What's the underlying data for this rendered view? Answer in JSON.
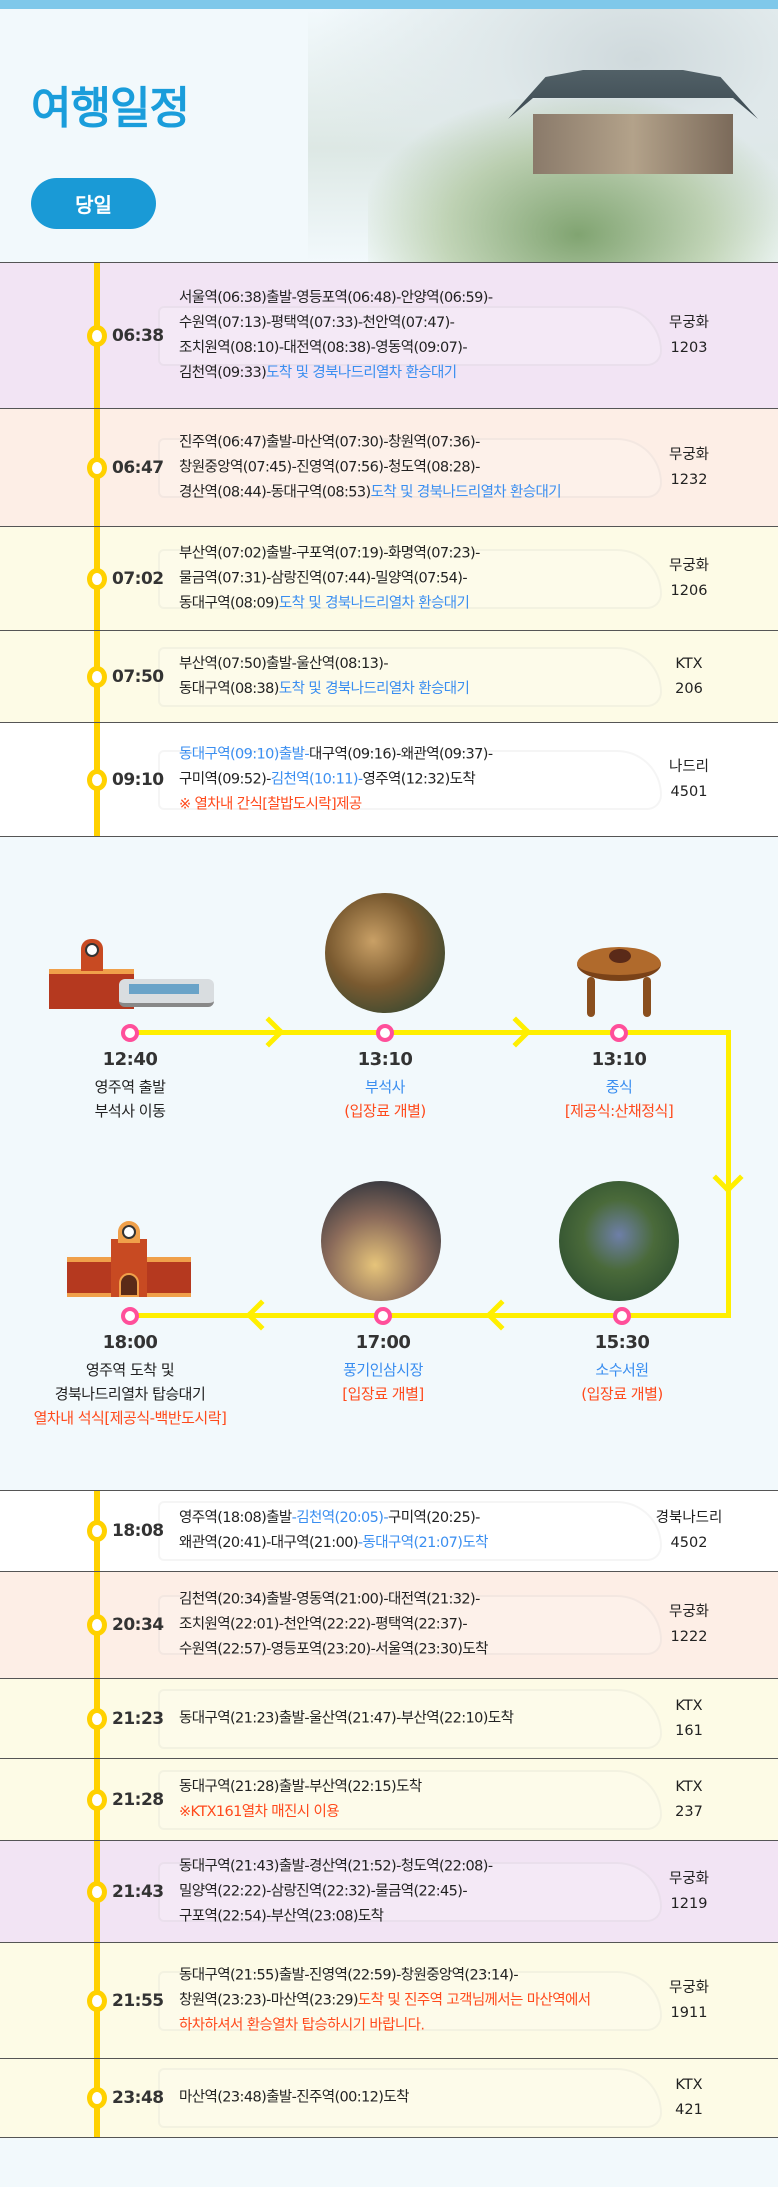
{
  "header": {
    "title": "여행일정",
    "day_label": "당일"
  },
  "morning": {
    "rows": [
      {
        "time": "06:38",
        "train": [
          "무궁화",
          "1203"
        ],
        "bg": "#f2e4f4",
        "h": 146,
        "lines": [
          [
            {
              "t": "서울역(06:38)출발-영등포역(06:48)-안양역(06:59)-",
              "c": ""
            }
          ],
          [
            {
              "t": "수원역(07:13)-평택역(07:33)-천안역(07:47)-",
              "c": ""
            }
          ],
          [
            {
              "t": "조치원역(08:10)-대전역(08:38)-영동역(09:07)-",
              "c": ""
            }
          ],
          [
            {
              "t": "김천역(09:33)",
              "c": ""
            },
            {
              "t": "도착 및 경북나드리열차 환승대기",
              "c": "b"
            }
          ]
        ]
      },
      {
        "time": "06:47",
        "train": [
          "무궁화",
          "1232"
        ],
        "bg": "#fdeee6",
        "h": 118,
        "lines": [
          [
            {
              "t": "진주역(06:47)출발-마산역(07:30)-창원역(07:36)-",
              "c": ""
            }
          ],
          [
            {
              "t": "창원중앙역(07:45)-진영역(07:56)-청도역(08:28)-",
              "c": ""
            }
          ],
          [
            {
              "t": "경산역(08:44)-동대구역(08:53)",
              "c": ""
            },
            {
              "t": "도착 및 경북나드리열차 환승대기",
              "c": "b"
            }
          ]
        ]
      },
      {
        "time": "07:02",
        "train": [
          "무궁화",
          "1206"
        ],
        "bg": "#fdfbe6",
        "h": 104,
        "lines": [
          [
            {
              "t": "부산역(07:02)출발-구포역(07:19)-화명역(07:23)-",
              "c": ""
            }
          ],
          [
            {
              "t": "물금역(07:31)-삼랑진역(07:44)-밀양역(07:54)-",
              "c": ""
            }
          ],
          [
            {
              "t": "동대구역(08:09)",
              "c": ""
            },
            {
              "t": "도착 및 경북나드리열차 환승대기",
              "c": "b"
            }
          ]
        ]
      },
      {
        "time": "07:50",
        "train": [
          "KTX",
          "206"
        ],
        "bg": "#fdfbe6",
        "h": 92,
        "lines": [
          [
            {
              "t": "부산역(07:50)출발-울산역(08:13)-",
              "c": ""
            }
          ],
          [
            {
              "t": "동대구역(08:38)",
              "c": ""
            },
            {
              "t": "도착 및 경북나드리열차 환승대기",
              "c": "b"
            }
          ]
        ]
      },
      {
        "time": "09:10",
        "train": [
          "나드리",
          "4501"
        ],
        "bg": "#ffffff",
        "h": 115,
        "lines": [
          [
            {
              "t": "동대구역(09:10)출발-",
              "c": "b"
            },
            {
              "t": "대구역(09:16)-왜관역(09:37)-",
              "c": ""
            }
          ],
          [
            {
              "t": "구미역(09:52)-",
              "c": ""
            },
            {
              "t": "김천역(10:11)-",
              "c": "b"
            },
            {
              "t": "영주역(12:32)도착",
              "c": ""
            }
          ],
          [
            {
              "t": "※ 열차내 간식[찰밥도시락]제공",
              "c": "r"
            }
          ]
        ]
      }
    ]
  },
  "tour": {
    "stops": [
      {
        "time": "12:40",
        "lines": [
          {
            "t": "영주역 출발",
            "c": ""
          },
          {
            "t": "부석사 이동",
            "c": ""
          }
        ],
        "image": "station-bus"
      },
      {
        "time": "13:10",
        "lines": [
          {
            "t": "부석사",
            "c": "b"
          },
          {
            "t": "(입장료 개별)",
            "c": "r"
          }
        ],
        "image": "temple-photo"
      },
      {
        "time": "13:10",
        "lines": [
          {
            "t": "중식",
            "c": "b"
          },
          {
            "t": "[제공식:산채정식]",
            "c": "r"
          }
        ],
        "image": "meal-table"
      },
      {
        "time": "15:30",
        "lines": [
          {
            "t": "소수서원",
            "c": "b"
          },
          {
            "t": "(입장료 개별)",
            "c": "r"
          }
        ],
        "image": "seowon-photo"
      },
      {
        "time": "17:00",
        "lines": [
          {
            "t": "풍기인삼시장",
            "c": "b"
          },
          {
            "t": "[입장료 개별]",
            "c": "r"
          }
        ],
        "image": "market-photo"
      },
      {
        "time": "18:00",
        "lines": [
          {
            "t": "영주역 도착 및",
            "c": ""
          },
          {
            "t": "경북나드리열차 탑승대기",
            "c": ""
          },
          {
            "t": "열차내 석식[제공식-백반도시락]",
            "c": "r"
          }
        ],
        "image": "station"
      }
    ]
  },
  "evening": {
    "rows": [
      {
        "time": "18:08",
        "train": [
          "경북나드리",
          "4502"
        ],
        "bg": "#ffffff",
        "h": 81,
        "lines": [
          [
            {
              "t": "영주역(18:08)출발",
              "c": ""
            },
            {
              "t": "-김천역(20:05)-",
              "c": "b"
            },
            {
              "t": "구미역(20:25)-",
              "c": ""
            }
          ],
          [
            {
              "t": "왜관역(20:41)-대구역(21:00)",
              "c": ""
            },
            {
              "t": "-동대구역(21:07)도착",
              "c": "b"
            }
          ]
        ]
      },
      {
        "time": "20:34",
        "train": [
          "무궁화",
          "1222"
        ],
        "bg": "#fdeee6",
        "h": 107,
        "lines": [
          [
            {
              "t": "김천역(20:34)출발-영동역(21:00)-대전역(21:32)-",
              "c": ""
            }
          ],
          [
            {
              "t": "조치원역(22:01)-천안역(22:22)-평택역(22:37)-",
              "c": ""
            }
          ],
          [
            {
              "t": "수원역(22:57)-영등포역(23:20)-서울역(23:30)도착",
              "c": ""
            }
          ]
        ]
      },
      {
        "time": "21:23",
        "train": [
          "KTX",
          "161"
        ],
        "bg": "#fdfbe6",
        "h": 80,
        "lines": [
          [
            {
              "t": "동대구역(21:23)출발-울산역(21:47)-부산역(22:10)도착",
              "c": ""
            }
          ]
        ]
      },
      {
        "time": "21:28",
        "train": [
          "KTX",
          "237"
        ],
        "bg": "#fdfbe6",
        "h": 82,
        "lines": [
          [
            {
              "t": "동대구역(21:28)출발-부산역(22:15)도착",
              "c": ""
            }
          ],
          [
            {
              "t": "※KTX161열차 매진시 이용",
              "c": "r"
            }
          ]
        ]
      },
      {
        "time": "21:43",
        "train": [
          "무궁화",
          "1219"
        ],
        "bg": "#f2e4f4",
        "h": 102,
        "lines": [
          [
            {
              "t": "동대구역(21:43)출발-경산역(21:52)-청도역(22:08)-",
              "c": ""
            }
          ],
          [
            {
              "t": "밀양역(22:22)-삼랑진역(22:32)-물금역(22:45)-",
              "c": ""
            }
          ],
          [
            {
              "t": "구포역(22:54)-부산역(23:08)도착",
              "c": ""
            }
          ]
        ]
      },
      {
        "time": "21:55",
        "train": [
          "무궁화",
          "1911"
        ],
        "bg": "#fdfbe6",
        "h": 116,
        "lines": [
          [
            {
              "t": "동대구역(21:55)출발-진영역(22:59)-창원중앙역(23:14)-",
              "c": ""
            }
          ],
          [
            {
              "t": "창원역(23:23)-마산역(23:29)",
              "c": ""
            },
            {
              "t": "도착 및 진주역 고객님께서는 마산역에서",
              "c": "r"
            }
          ],
          [
            {
              "t": "하차하셔서 환승열차 탑승하시기 바랍니다.",
              "c": "r"
            }
          ]
        ]
      },
      {
        "time": "23:48",
        "train": [
          "KTX",
          "421"
        ],
        "bg": "#fdfbe6",
        "h": 80,
        "lines": [
          [
            {
              "t": "마산역(23:48)출발-진주역(00:12)도착",
              "c": ""
            }
          ]
        ]
      }
    ]
  }
}
